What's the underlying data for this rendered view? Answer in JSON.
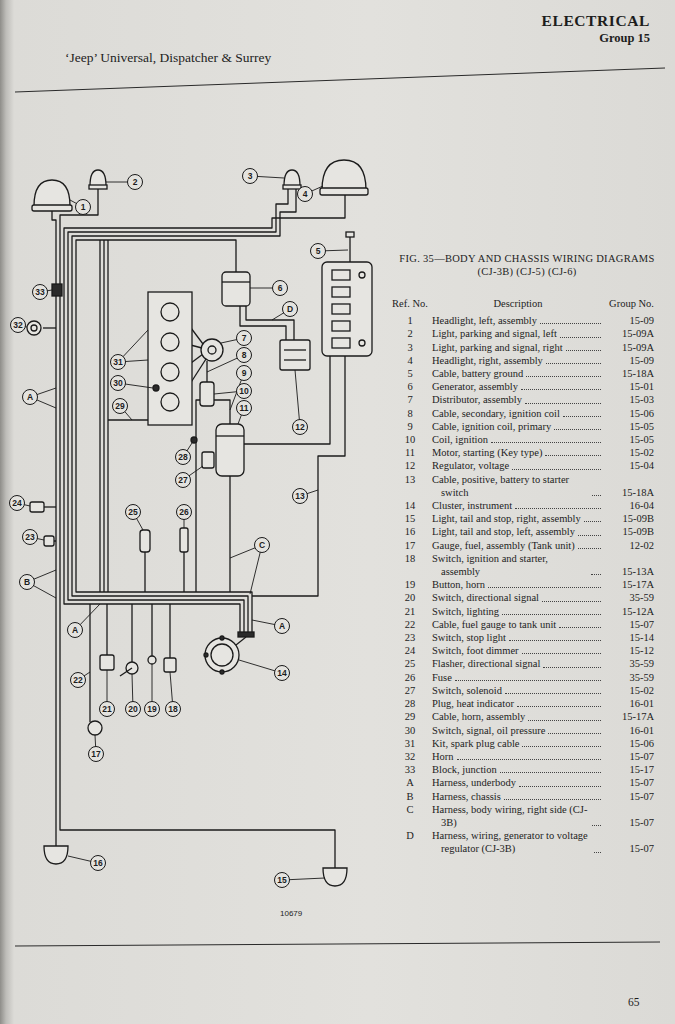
{
  "diagram": {
    "caption": "FIG. 35—BODY AND CHASSIS WIRING DIAGRAMS (CJ-3B) (CJ-5) (CJ-6)",
    "nodes": [
      {
        "text": [
          "3"
        ]
      },
      {
        "text": [
          "2"
        ]
      },
      {
        "text": [
          "4"
        ]
      },
      {
        "text": [
          "1"
        ]
      },
      {
        "text": [
          "5"
        ]
      },
      {
        "text": [
          "6"
        ]
      },
      {
        "text": [
          "33"
        ]
      },
      {
        "text": [
          "D"
        ]
      },
      {
        "text": [
          "32"
        ]
      },
      {
        "text": [
          "7"
        ]
      },
      {
        "text": [
          "8"
        ]
      },
      {
        "text": [
          "31"
        ]
      },
      {
        "text": [
          "9"
        ]
      },
      {
        "text": [
          "30"
        ]
      },
      {
        "text": [
          "10"
        ]
      },
      {
        "text": [
          "A"
        ]
      },
      {
        "text": [
          "29"
        ]
      },
      {
        "text": [
          "11"
        ]
      },
      {
        "text": [
          "12"
        ]
      },
      {
        "text": [
          "28"
        ]
      },
      {
        "text": [
          "27"
        ]
      },
      {
        "text": [
          "13"
        ]
      },
      {
        "text": [
          "24"
        ]
      },
      {
        "text": [
          "25"
        ]
      },
      {
        "text": [
          "26"
        ]
      },
      {
        "text": [
          "23"
        ]
      },
      {
        "text": [
          "C"
        ]
      },
      {
        "text": [
          "B"
        ]
      },
      {
        "text": [
          "A"
        ]
      },
      {
        "text": [
          "A"
        ]
      },
      {
        "text": [
          "14"
        ]
      },
      {
        "text": [
          "22"
        ]
      },
      {
        "text": [
          "21"
        ]
      },
      {
        "text": [
          "20"
        ]
      },
      {
        "text": [
          "19"
        ]
      },
      {
        "text": [
          "18"
        ]
      },
      {
        "text": [
          "17"
        ]
      },
      {
        "text": [
          "16"
        ]
      },
      {
        "text": [
          "15"
        ]
      }
    ],
    "labels": [
      "ELECTRICAL",
      "Group 15",
      "‘Jeep’ Universal, Dispatcher & Surrey",
      "Ref. No.",
      "Description",
      "Group No.",
      "1",
      "Headlight, left, assembly",
      "15-09",
      "2",
      "Light, parking and signal, left",
      "15-09A",
      "3",
      "Light, parking and signal, right",
      "15-09A",
      "4",
      "Headlight, right, assembly",
      "15-09",
      "5",
      "Cable, battery ground",
      "15-18A",
      "6",
      "Generator, assembly",
      "15-01",
      "7",
      "Distributor, assembly",
      "15-03",
      "8",
      "Cable, secondary, ignition coil",
      "15-06",
      "9",
      "Cable, ignition coil, primary",
      "15-05",
      "10",
      "Coil, ignition",
      "15-05",
      "11",
      "Motor, starting (Key type)",
      "15-02",
      "12",
      "Regulator, voltage",
      "15-04",
      "13",
      "Cable, positive, battery to starter switch",
      "15-18A",
      "14",
      "Cluster, instrument",
      "16-04",
      "15",
      "Light, tail and stop, right, assembly",
      "15-09B",
      "16",
      "Light, tail and stop, left, assembly",
      "15-09B",
      "17",
      "Gauge, fuel, assembly (Tank unit)",
      "12-02",
      "18",
      "Switch, ignition and starter, assembly",
      "15-13A",
      "19",
      "Button, horn",
      "15-17A",
      "20",
      "Switch, directional signal",
      "35-59",
      "21",
      "Switch, lighting",
      "15-12A",
      "22",
      "Cable, fuel gauge to tank unit",
      "15-07",
      "23",
      "Switch, stop light",
      "15-14",
      "24",
      "Switch, foot dimmer",
      "15-12",
      "25",
      "Flasher, directional signal",
      "35-59",
      "26",
      "Fuse",
      "35-59",
      "27",
      "Switch, solenoid",
      "15-02",
      "28",
      "Plug, heat indicator",
      "16-01",
      "29",
      "Cable, horn, assembly",
      "15-17A",
      "30",
      "Switch, signal, oil pressure",
      "16-01",
      "31",
      "Kit, spark plug cable",
      "15-06",
      "32",
      "Horn",
      "15-07",
      "33",
      "Block, junction",
      "15-17",
      "A",
      "Harness, underbody",
      "15-07",
      "B",
      "Harness, chassis",
      "15-07",
      "C",
      "Harness, body wiring, right side (CJ-3B)",
      "15-07",
      "D",
      "Harness, wiring, generator to voltage regulator (CJ-3B)",
      "15-07",
      "10679",
      "65"
    ]
  }
}
